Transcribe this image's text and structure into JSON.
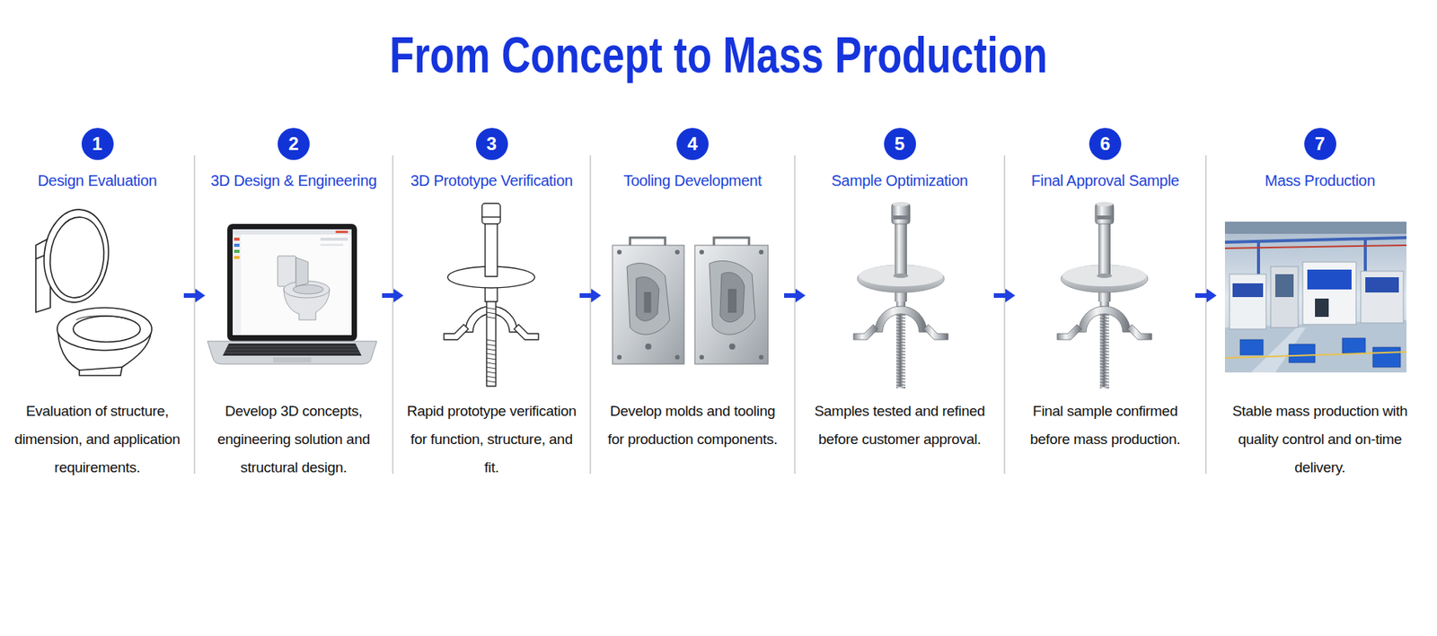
{
  "diagram": {
    "title": "From Concept to Mass Production",
    "nodes": [
      {
        "text": [
          "Design Evaluation",
          "Evaluation of structure, dimension, and application requirements."
        ]
      },
      {
        "text": [
          "1"
        ],
        "in": 0
      },
      {
        "text": [
          "3D Design & Engineering",
          "Develop 3D concepts, engineering solution and structural design."
        ]
      },
      {
        "text": [
          "2"
        ],
        "in": 2
      },
      {
        "text": [
          "3D Prototype Verification",
          "Rapid prototype verification for function, structure, and fit."
        ]
      },
      {
        "text": [
          "3"
        ],
        "in": 4
      },
      {
        "text": [
          "Tooling Development",
          "Develop molds and tooling for production components."
        ]
      },
      {
        "text": [
          "4"
        ],
        "in": 6
      },
      {
        "text": [
          "Sample Optimization",
          "Samples tested and refined before customer approval."
        ]
      },
      {
        "text": [
          "5"
        ],
        "in": 8
      },
      {
        "text": [
          "Final Approval Sample",
          "Final sample confirmed before mass production."
        ]
      },
      {
        "text": [
          "6"
        ],
        "in": 10
      },
      {
        "text": [
          "Mass Production",
          "Stable mass production with quality control and on-time delivery."
        ]
      },
      {
        "text": [
          "7"
        ],
        "in": 12
      }
    ],
    "edges": [
      {
        "from": 0,
        "to": 2,
        "arrow": "to"
      },
      {
        "from": 2,
        "to": 4,
        "arrow": "to"
      },
      {
        "from": 4,
        "to": 6,
        "arrow": "to"
      },
      {
        "from": 6,
        "to": 8,
        "arrow": "to"
      },
      {
        "from": 8,
        "to": 10,
        "arrow": "to"
      },
      {
        "from": 10,
        "to": 12,
        "arrow": "to"
      }
    ]
  }
}
